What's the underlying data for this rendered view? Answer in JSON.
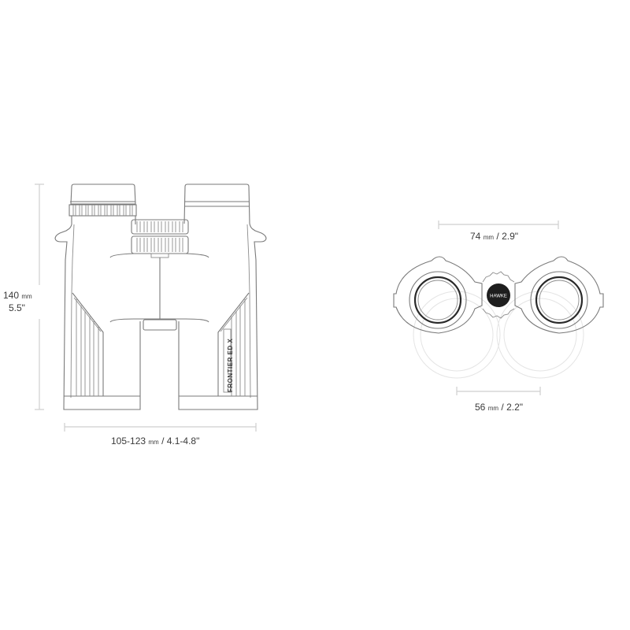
{
  "product": {
    "brand_badge": "HAWKE",
    "model_label": "FRONTIER ED X"
  },
  "dimensions": {
    "height": {
      "value_mm": "140",
      "unit_mm": "mm",
      "value_in": "5.5\""
    },
    "width": {
      "value_mm": "105-123",
      "unit_mm": "mm",
      "separator": "/",
      "value_in": "4.1-4.8\""
    },
    "objective_spacing": {
      "value_mm": "74",
      "unit_mm": "mm",
      "separator": "/",
      "value_in": "2.9\""
    },
    "eyepiece_spacing": {
      "value_mm": "56",
      "unit_mm": "mm",
      "separator": "/",
      "value_in": "2.2\""
    }
  },
  "colors": {
    "line": "#7a7a7a",
    "dimension_line": "#cfcfcf",
    "badge": "#1e1e1e",
    "text": "#3a3a3a"
  }
}
